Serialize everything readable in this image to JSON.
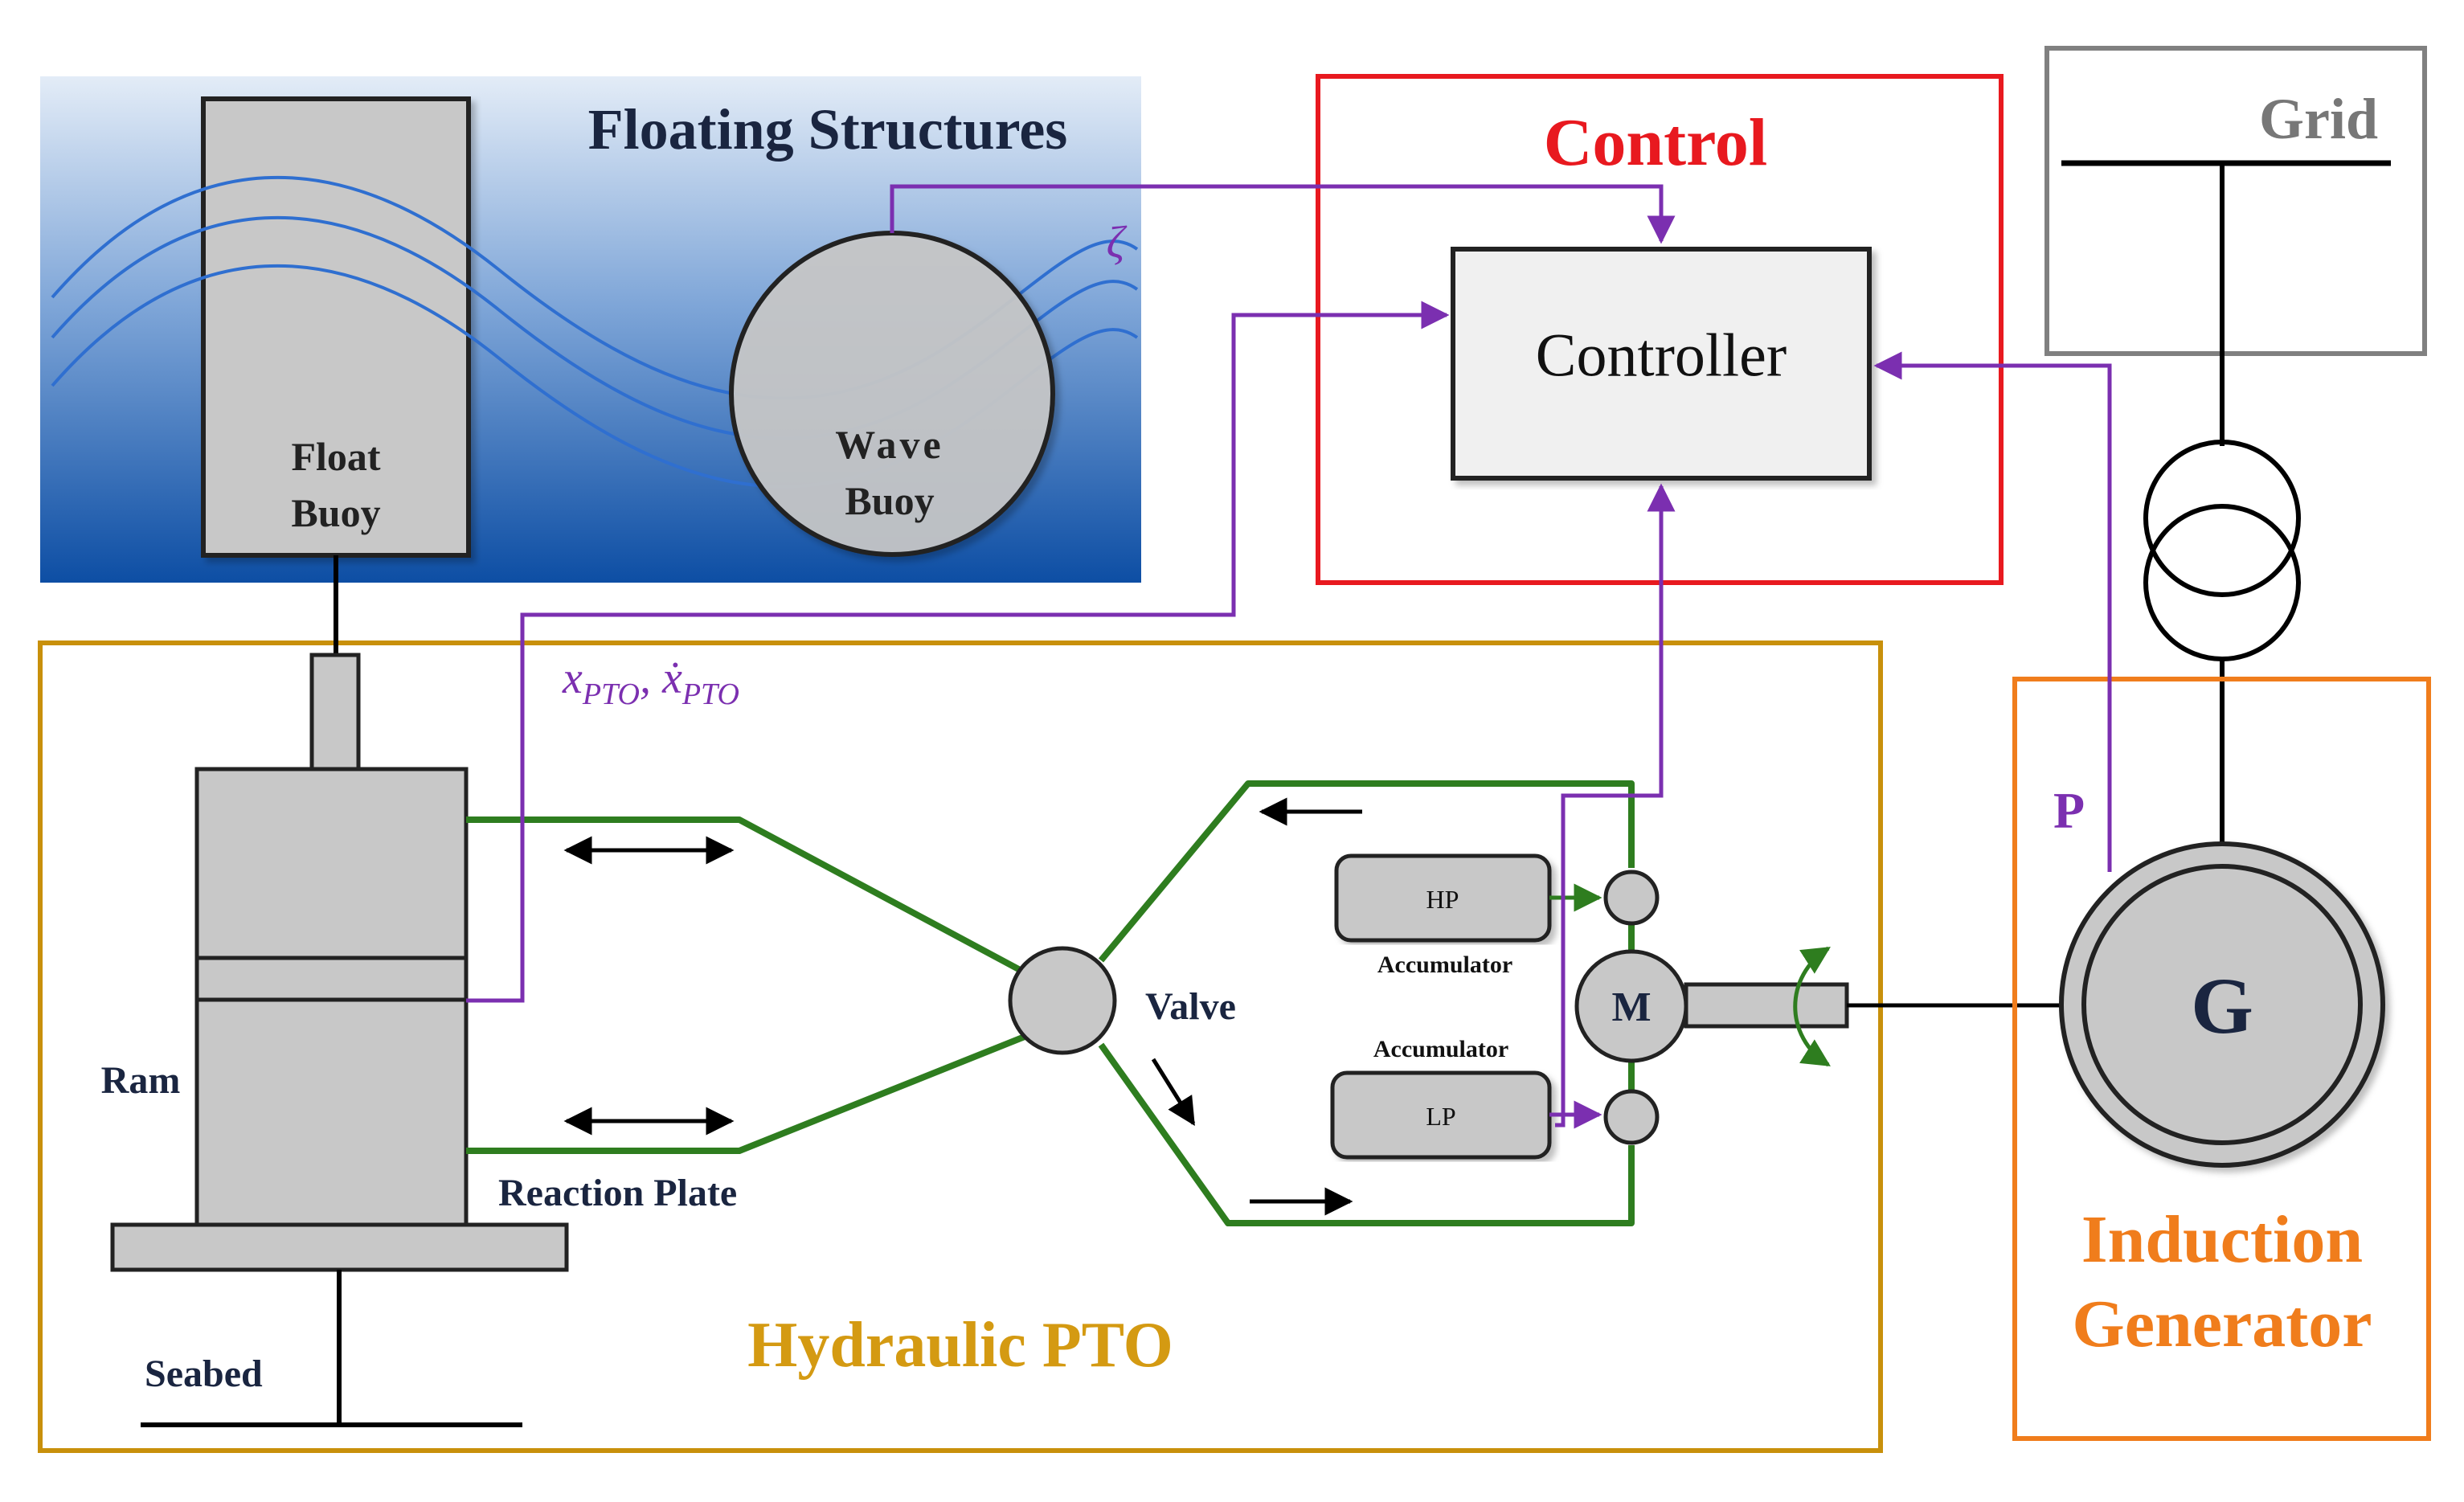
{
  "floating": {
    "title": "Floating Structures",
    "float_buoy": [
      "Float",
      "Buoy"
    ],
    "wave_buoy": [
      "Wave",
      "Buoy"
    ],
    "zeta_label": "ζ"
  },
  "control": {
    "title": "Control",
    "controller_label": "Controller"
  },
  "grid": {
    "title": "Grid"
  },
  "hydraulic": {
    "title": "Hydraulic PTO",
    "signal_label": "xPTO, ẋPTO",
    "ram_label": "Ram",
    "reaction_plate_label": "Reaction Plate",
    "seabed_label": "Seabed",
    "valve_label": "Valve",
    "hp_label": "HP",
    "lp_label": "LP",
    "accumulator_top": "Accumulator",
    "accumulator_bottom": "Accumulator",
    "motor_label": "M"
  },
  "generator": {
    "title": [
      "Induction",
      "Generator"
    ],
    "symbol": "G",
    "power_label": "P"
  },
  "colors": {
    "control_box": "#e8191f",
    "grid_box": "#808080",
    "hydraulic_box": "#c8900b",
    "hydraulic_title": "#d49a12",
    "generator_box": "#f07d1c",
    "generator_title": "#f07d1c",
    "signal": "#7b2fb0",
    "hydraulic_line": "#2e7d1f",
    "component_fill": "#c8c8c8",
    "sea_top": "#d7e4f3",
    "sea_bottom": "#0f4fa3",
    "wave_line": "#2f6fd0"
  }
}
